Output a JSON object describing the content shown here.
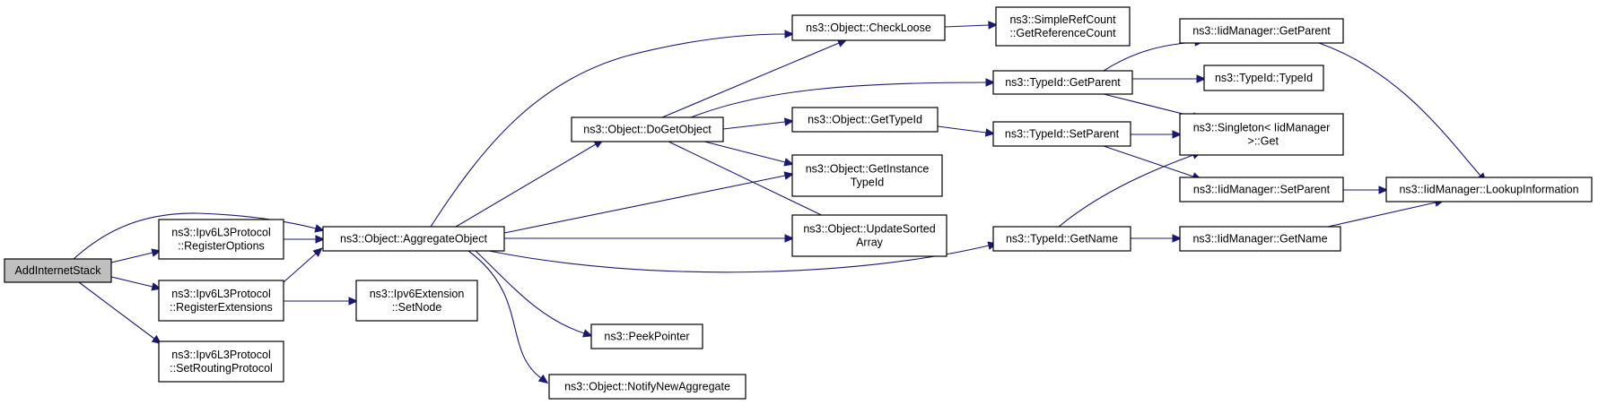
{
  "colors": {
    "edge": "#191970",
    "root_fill": "#bfbfbf",
    "node_fill": "#ffffff",
    "node_border": "#000000"
  },
  "nodes": [
    {
      "id": "add_internet_stack",
      "lines": [
        "AddInternetStack"
      ],
      "highlight": true
    },
    {
      "id": "register_options",
      "lines": [
        "ns3::Ipv6L3Protocol",
        "::RegisterOptions"
      ]
    },
    {
      "id": "register_extensions",
      "lines": [
        "ns3::Ipv6L3Protocol",
        "::RegisterExtensions"
      ]
    },
    {
      "id": "set_routing_protocol",
      "lines": [
        "ns3::Ipv6L3Protocol",
        "::SetRoutingProtocol"
      ]
    },
    {
      "id": "aggregate_object",
      "lines": [
        "ns3::Object::AggregateObject"
      ]
    },
    {
      "id": "ipv6extension_setnode",
      "lines": [
        "ns3::Ipv6Extension",
        "::SetNode"
      ]
    },
    {
      "id": "do_get_object",
      "lines": [
        "ns3::Object::DoGetObject"
      ]
    },
    {
      "id": "peek_pointer",
      "lines": [
        "ns3::PeekPointer"
      ]
    },
    {
      "id": "notify_new_aggregate",
      "lines": [
        "ns3::Object::NotifyNewAggregate"
      ]
    },
    {
      "id": "check_loose",
      "lines": [
        "ns3::Object::CheckLoose"
      ]
    },
    {
      "id": "get_type_id",
      "lines": [
        "ns3::Object::GetTypeId"
      ]
    },
    {
      "id": "get_instance_type_id",
      "lines": [
        "ns3::Object::GetInstance",
        "TypeId"
      ]
    },
    {
      "id": "update_sorted_array",
      "lines": [
        "ns3::Object::UpdateSorted",
        "Array"
      ]
    },
    {
      "id": "get_reference_count",
      "lines": [
        "ns3::SimpleRefCount",
        "::GetReferenceCount"
      ]
    },
    {
      "id": "typeid_get_parent",
      "lines": [
        "ns3::TypeId::GetParent"
      ]
    },
    {
      "id": "typeid_set_parent",
      "lines": [
        "ns3::TypeId::SetParent"
      ]
    },
    {
      "id": "typeid_get_name",
      "lines": [
        "ns3::TypeId::GetName"
      ]
    },
    {
      "id": "iidmanager_get_parent",
      "lines": [
        "ns3::IidManager::GetParent"
      ]
    },
    {
      "id": "typeid_typeid",
      "lines": [
        "ns3::TypeId::TypeId"
      ]
    },
    {
      "id": "singleton_get",
      "lines": [
        "ns3::Singleton< IidManager",
        " >::Get"
      ]
    },
    {
      "id": "iidmanager_set_parent",
      "lines": [
        "ns3::IidManager::SetParent"
      ]
    },
    {
      "id": "iidmanager_get_name",
      "lines": [
        "ns3::IidManager::GetName"
      ]
    },
    {
      "id": "lookup_information",
      "lines": [
        "ns3::IidManager::LookupInformation"
      ]
    }
  ],
  "edges": [
    [
      "add_internet_stack",
      "aggregate_object"
    ],
    [
      "add_internet_stack",
      "register_options"
    ],
    [
      "add_internet_stack",
      "register_extensions"
    ],
    [
      "add_internet_stack",
      "set_routing_protocol"
    ],
    [
      "register_options",
      "aggregate_object"
    ],
    [
      "register_extensions",
      "aggregate_object"
    ],
    [
      "register_extensions",
      "ipv6extension_setnode"
    ],
    [
      "aggregate_object",
      "check_loose"
    ],
    [
      "aggregate_object",
      "do_get_object"
    ],
    [
      "aggregate_object",
      "get_instance_type_id"
    ],
    [
      "aggregate_object",
      "update_sorted_array"
    ],
    [
      "aggregate_object",
      "typeid_get_name"
    ],
    [
      "aggregate_object",
      "peek_pointer"
    ],
    [
      "aggregate_object",
      "notify_new_aggregate"
    ],
    [
      "do_get_object",
      "check_loose"
    ],
    [
      "do_get_object",
      "typeid_get_parent"
    ],
    [
      "do_get_object",
      "get_type_id"
    ],
    [
      "do_get_object",
      "get_instance_type_id"
    ],
    [
      "do_get_object",
      "update_sorted_array"
    ],
    [
      "check_loose",
      "get_reference_count"
    ],
    [
      "get_type_id",
      "typeid_set_parent"
    ],
    [
      "typeid_get_parent",
      "iidmanager_get_parent"
    ],
    [
      "typeid_get_parent",
      "typeid_typeid"
    ],
    [
      "typeid_get_parent",
      "singleton_get"
    ],
    [
      "typeid_set_parent",
      "singleton_get"
    ],
    [
      "typeid_set_parent",
      "iidmanager_set_parent"
    ],
    [
      "typeid_get_name",
      "singleton_get"
    ],
    [
      "typeid_get_name",
      "iidmanager_get_name"
    ],
    [
      "iidmanager_get_parent",
      "lookup_information"
    ],
    [
      "iidmanager_set_parent",
      "lookup_information"
    ],
    [
      "iidmanager_get_name",
      "lookup_information"
    ]
  ]
}
